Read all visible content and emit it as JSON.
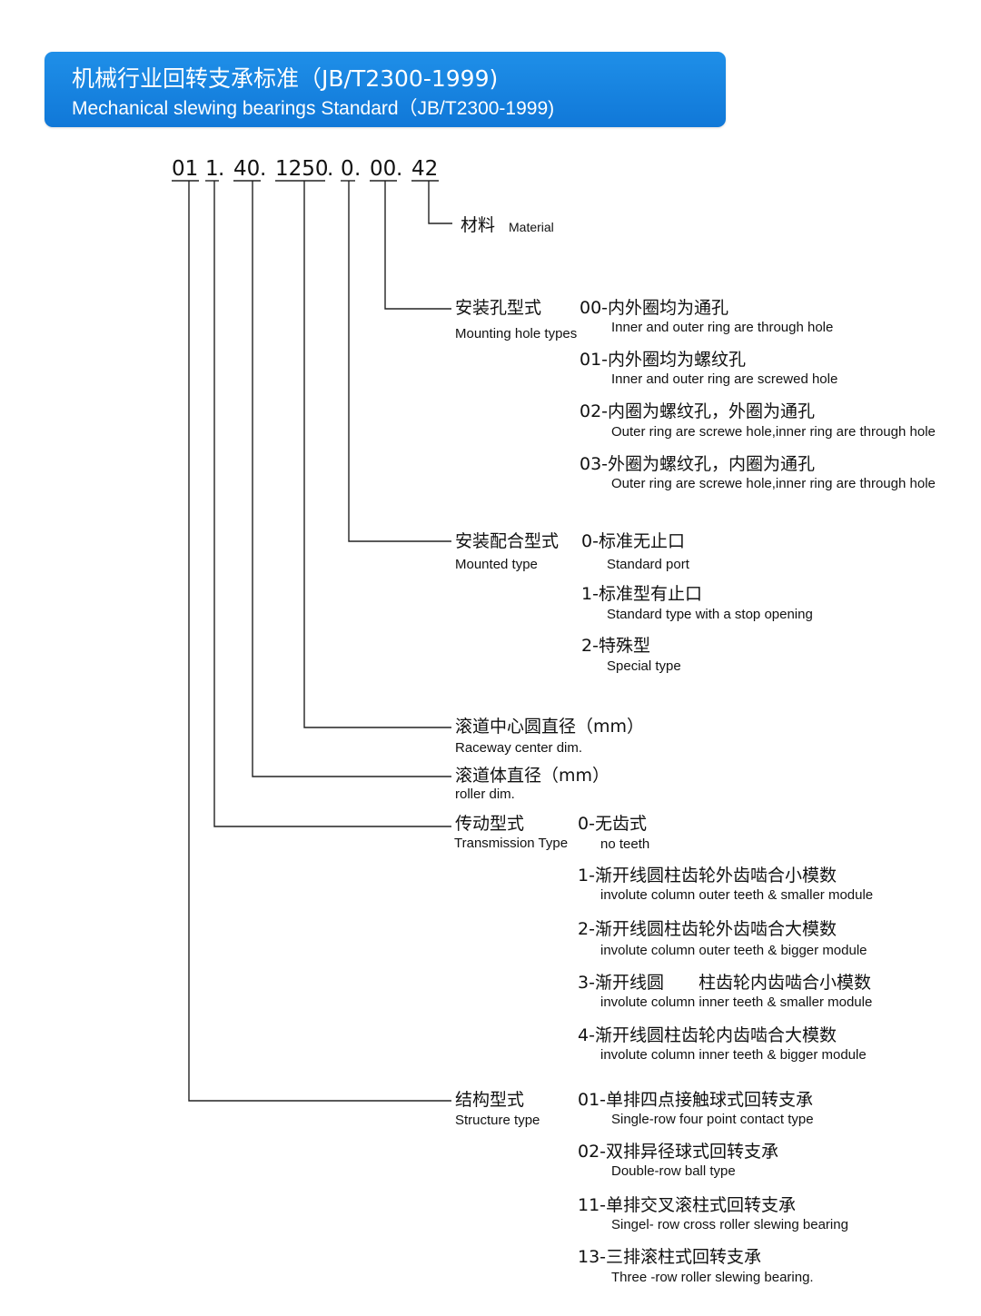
{
  "header": {
    "title_cn": "机械行业回转支承标准（JB/T2300-1999)",
    "title_en": "Mechanical slewing bearings Standard（JB/T2300-1999)"
  },
  "code": {
    "segments": [
      "01",
      "1",
      "40",
      "1250",
      "0",
      "00",
      "42"
    ],
    "separator": "."
  },
  "fields": {
    "material": {
      "cn": "材料",
      "en": "Material"
    },
    "mounting_hole": {
      "cn": "安装孔型式",
      "en": "Mounting hole types",
      "options": [
        {
          "cn": "00-内外圈均为通孔",
          "en": "Inner and outer ring are through hole"
        },
        {
          "cn": "01-内外圈均为螺纹孔",
          "en": "Inner and outer ring are screwed hole"
        },
        {
          "cn": "02-内圈为螺纹孔，外圈为通孔",
          "en": "Outer ring are screwe hole,inner ring are through hole"
        },
        {
          "cn": "03-外圈为螺纹孔，内圈为通孔",
          "en": "Outer ring are screwe hole,inner ring are through hole"
        }
      ]
    },
    "mounted_type": {
      "cn": "安装配合型式",
      "en": "Mounted type",
      "options": [
        {
          "cn": "0-标准无止口",
          "en": "Standard port"
        },
        {
          "cn": "1-标准型有止口",
          "en": "Standard type with a stop opening"
        },
        {
          "cn": "2-特殊型",
          "en": "Special type"
        }
      ]
    },
    "raceway": {
      "cn": "滚道中心圆直径（mm）",
      "en": "Raceway center dim."
    },
    "roller": {
      "cn": "滚道体直径（mm）",
      "en": "roller dim."
    },
    "transmission": {
      "cn": "传动型式",
      "en": "Transmission Type",
      "options": [
        {
          "cn": "0-无齿式",
          "en": "no teeth"
        },
        {
          "cn": "1-渐开线圆柱齿轮外齿啮合小模数",
          "en": "involute column outer teeth & smaller module"
        },
        {
          "cn": "2-渐开线圆柱齿轮外齿啮合大模数",
          "en": "involute column outer teeth & bigger module"
        },
        {
          "cn": "3-渐开线圆　　柱齿轮内齿啮合小模数",
          "en": "involute column inner teeth & smaller module"
        },
        {
          "cn": "4-渐开线圆柱齿轮内齿啮合大模数",
          "en": "involute column inner teeth & bigger module"
        }
      ]
    },
    "structure": {
      "cn": "结构型式",
      "en": "Structure type",
      "options": [
        {
          "cn": "01-单排四点接触球式回转支承",
          "en": "Single-row four point contact type"
        },
        {
          "cn": "02-双排异径球式回转支承",
          "en": "Double-row ball type"
        },
        {
          "cn": "11-单排交叉滚柱式回转支承",
          "en": "Singel- row cross roller slewing bearing"
        },
        {
          "cn": "13-三排滚柱式回转支承",
          "en": "Three -row roller slewing bearing."
        }
      ]
    }
  }
}
